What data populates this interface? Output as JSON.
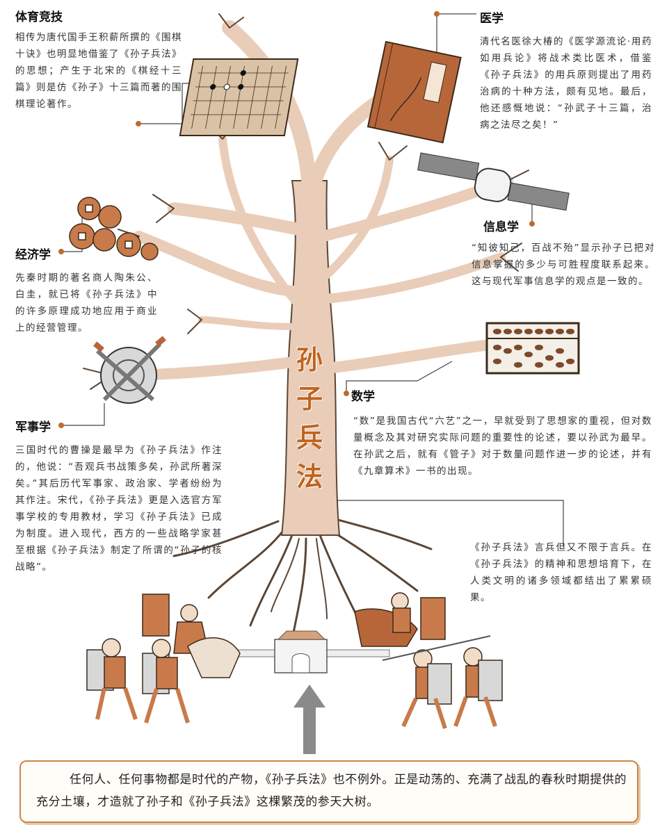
{
  "title": "孙子兵法",
  "sections": {
    "sports": {
      "heading": "体育竞技",
      "text": "相传为唐代国手王积薪所撰的《围棋十诀》也明显地借鉴了《孙子兵法》的思想；产生于北宋的《棋经十三篇》则是仿《孙子》十三篇而著的围棋理论著作。"
    },
    "medicine": {
      "heading": "医学",
      "text": "清代名医徐大椿的《医学源流论·用药如用兵论》将战术类比医术，借鉴《孙子兵法》的用兵原则提出了用药治病的十种方法，颇有见地。最后，他还感慨地说：“孙武子十三篇，治病之法尽之矣！”"
    },
    "information": {
      "heading": "信息学",
      "text": "“知彼知己，百战不殆”显示孙子已把对信息掌握的多少与可胜程度联系起来。这与现代军事信息学的观点是一致的。"
    },
    "economics": {
      "heading": "经济学",
      "text": "先秦时期的著名商人陶朱公、白圭，就已将《孙子兵法》中的许多原理成功地应用于商业上的经营管理。"
    },
    "mathematics": {
      "heading": "数学",
      "text": "“数”是我国古代“六艺”之一，早就受到了思想家的重视，但对数量概念及其对研究实际问题的重要性的论述，要以孙武为最早。在孙武之后，就有《管子》对于数量问题作进一步的论述，并有《九章算术》一书的出现。"
    },
    "military": {
      "heading": "军事学",
      "text": "三国时代的曹操是最早为《孙子兵法》作注的，他说：“吾观兵书战策多矣，孙武所著深矣。”其后历代军事家、政治家、学者纷纷为其作注。宋代，《孙子兵法》更是入选官方军事学校的专用教材，学习《孙子兵法》已成为制度。进入现代，西方的一些战略学家甚至根据《孙子兵法》制定了所谓的“孙子的核战略”。"
    },
    "roots": {
      "text": "《孙子兵法》言兵但又不限于言兵。在《孙子兵法》的精神和思想培育下，在人类文明的诸多领域都结出了累累硕果。"
    }
  },
  "banner": {
    "text": "任何人、任何事物都是时代的产物，《孙子兵法》也不例外。正是动荡的、充满了战乱的春秋时期提供的充分土壤，才造就了孙子和《孙子兵法》这棵繁茂的参天大树。"
  },
  "colors": {
    "tree": "#e9cdb8",
    "tree_outline": "#5a4636",
    "title": "#c0641e",
    "dot": "#c06b2a",
    "banner_border": "#c9864a",
    "soldier": "#c97a4a",
    "arrow": "#8a8a8a"
  },
  "icons": [
    "go-board-icon",
    "medical-book-icon",
    "satellite-icon",
    "coins-icon",
    "abacus-icon",
    "sword-shield-icon",
    "warriors-icon",
    "gate-icon",
    "up-arrow-icon"
  ]
}
